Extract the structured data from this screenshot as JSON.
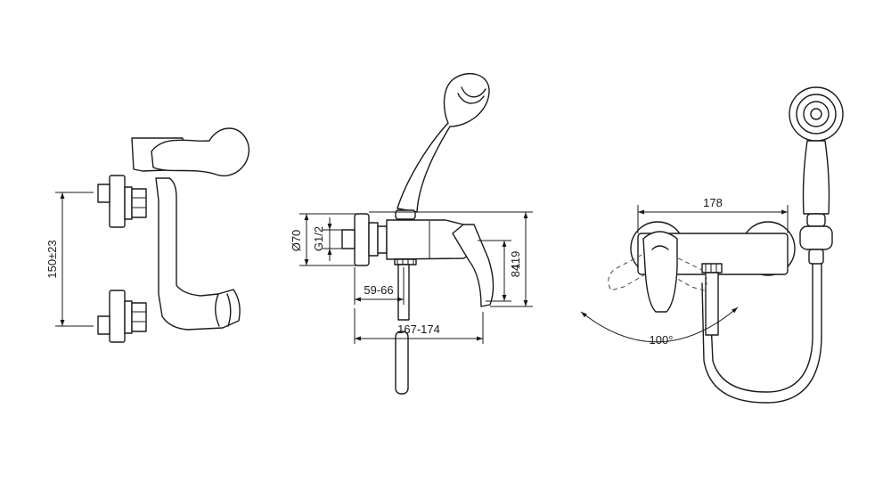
{
  "dimensions": {
    "side_spacing": "150±23",
    "inlet_diameter": "Ø70",
    "thread": "G1/2",
    "depth_range": "59-66",
    "outlet_height": "84",
    "overall_height": "119",
    "total_depth": "167-174",
    "width": "178",
    "rotation_angle": "100°"
  },
  "colors": {
    "line": "#1a1a1a",
    "background": "#ffffff"
  }
}
